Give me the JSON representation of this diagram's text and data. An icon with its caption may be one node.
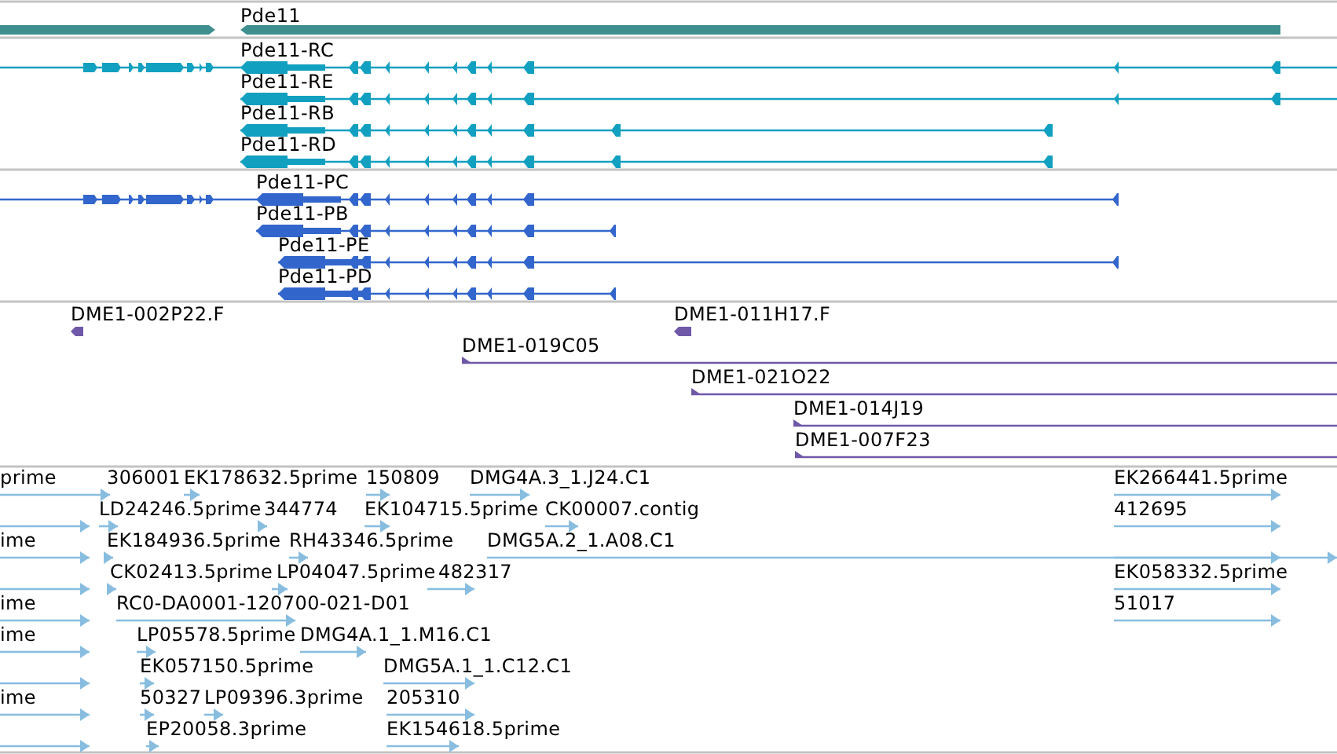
{
  "diagram": {
    "labels": [
      "Pde11",
      "Pde11-RC",
      "Pde11-RE",
      "Pde11-RB",
      "Pde11-RD",
      "Pde11-PC",
      "Pde11-PB",
      "Pde11-PE",
      "Pde11-PD",
      "DME1-002P22.F",
      "DME1-011H17.F",
      "DME1-019C05",
      "DME1-021O22",
      "DME1-014J19",
      "DME1-007F23",
      "prime",
      "306001",
      "EK178632.5prime",
      "150809",
      "DMG4A.3_1.J24.C1",
      "EK266441.5prime",
      "LD24246.5prime",
      "344774",
      "EK104715.5prime",
      "CK00007.contig",
      "412695",
      "ime",
      "EK184936.5prime",
      "RH43346.5prime",
      "DMG5A.2_1.A08.C1",
      "CK02413.5prime",
      "LP04047.5prime",
      "482317",
      "EK058332.5prime",
      "ime",
      "RC0-DA0001-120700-021-D01",
      "51017",
      "ime",
      "LP05578.5prime",
      "DMG4A.1_1.M16.C1",
      "EK057150.5prime",
      "DMG5A.1_1.C12.C1",
      "ime",
      "50327",
      "LP09396.3prime",
      "205310",
      "EP20058.3prime",
      "EK154618.5prime"
    ]
  }
}
